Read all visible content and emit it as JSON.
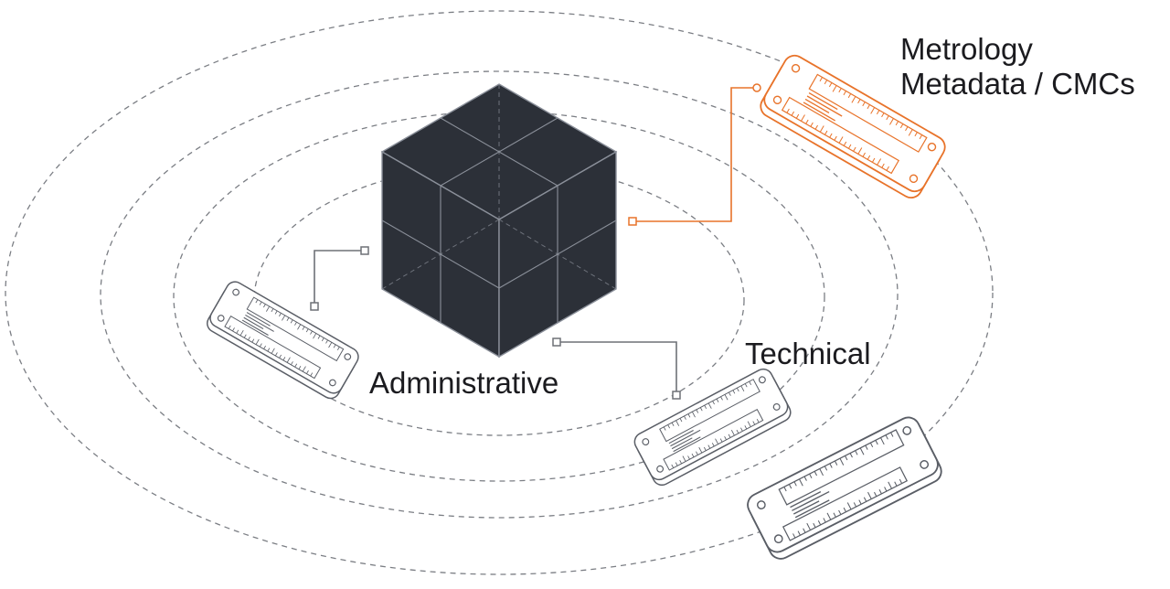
{
  "labels": {
    "metrology_line1": "Metrology",
    "metrology_line2": "Metadata / CMCs",
    "administrative": "Administrative",
    "technical": "Technical"
  },
  "colors": {
    "accent_orange": "#e8732a",
    "cube_fill": "#2c3038",
    "cube_edges": "#8a8f99",
    "line_gray": "#6e7177",
    "ring_gray": "#7b7e84",
    "label_text": "#1b1b1f"
  },
  "icons": {
    "central_block": "data-cube-icon",
    "metadata_card": "ruler-plate-icon"
  }
}
